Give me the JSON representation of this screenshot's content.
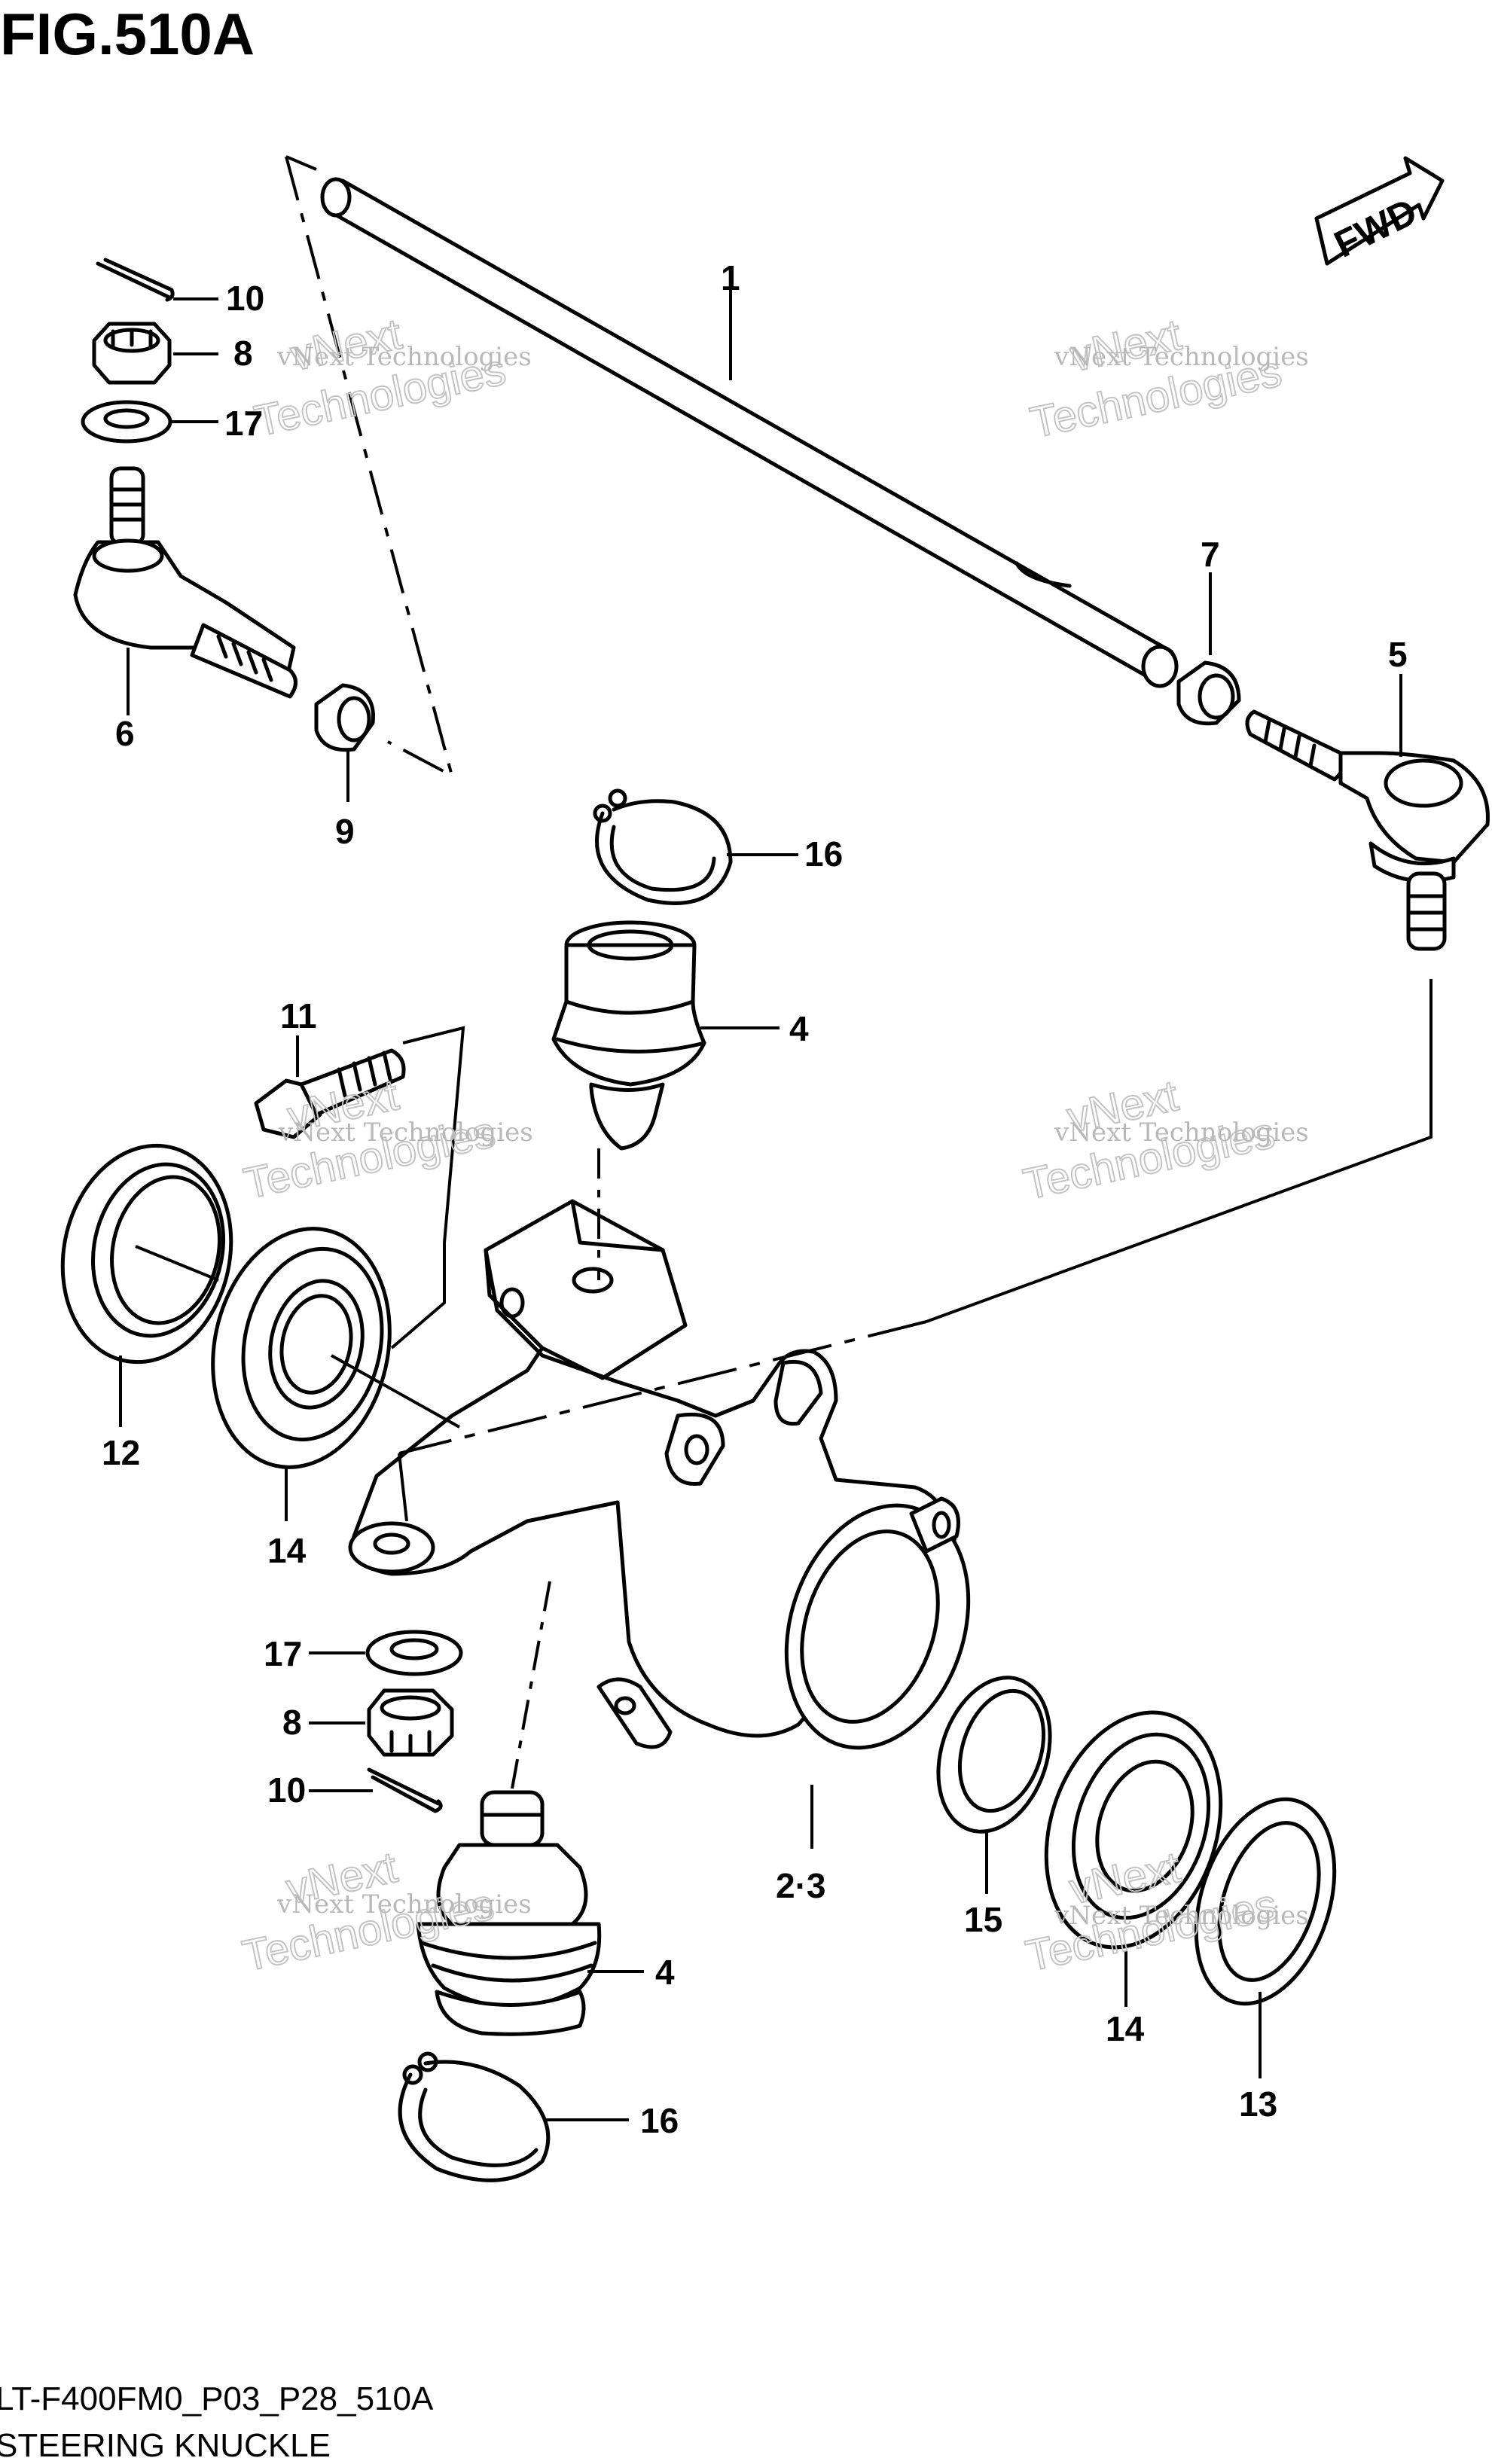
{
  "figure": {
    "title": "FIG.510A",
    "code": "LT-F400FM0_P03_P28_510A",
    "caption": "STEERING KNUCKLE"
  },
  "fwd_label": "FWD",
  "watermark": {
    "line1": "vNext Technologies",
    "line2": "vNext",
    "line3": "Technologies"
  },
  "callouts": {
    "c1": "1",
    "c2_3": "2·3",
    "c4_upper": "4",
    "c4_lower": "4",
    "c5": "5",
    "c6": "6",
    "c7": "7",
    "c8_upper": "8",
    "c8_lower": "8",
    "c9": "9",
    "c10_upper": "10",
    "c10_lower": "10",
    "c11": "11",
    "c12": "12",
    "c13": "13",
    "c14_left": "14",
    "c14_right": "14",
    "c15": "15",
    "c16_upper": "16",
    "c16_lower": "16",
    "c17_upper": "17",
    "c17_lower": "17"
  },
  "icons": [
    "fwd-arrow-icon"
  ]
}
